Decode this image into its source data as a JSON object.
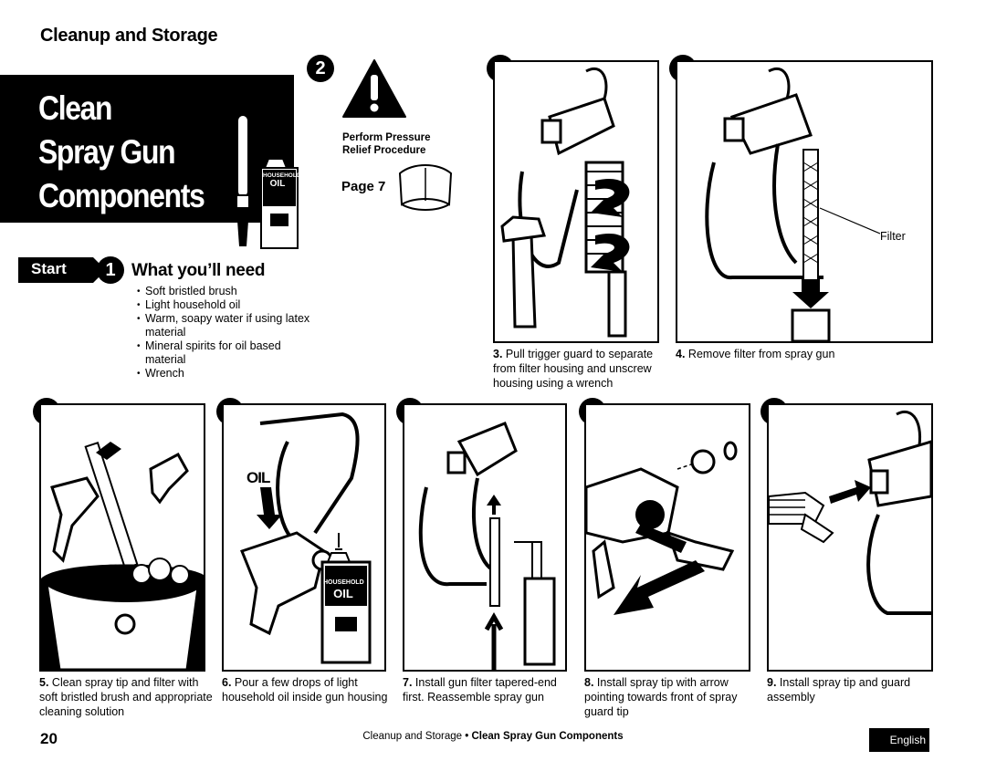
{
  "header": {
    "section_title": "Cleanup and Storage"
  },
  "title_block": {
    "line1": "Clean",
    "line2": "Spray Gun",
    "line3": "Components"
  },
  "oil_can_label": {
    "line1": "HOUSEHOLD",
    "line2": "OIL"
  },
  "step2": {
    "number": "2",
    "warning_text_line1": "Perform Pressure",
    "warning_text_line2": "Relief Procedure",
    "page_ref": "Page 7"
  },
  "start": {
    "label": "Start",
    "step_number": "1",
    "title": "What you’ll need",
    "items": [
      "Soft bristled brush",
      "Light household oil",
      "Warm, soapy water if using latex material",
      "Mineral spirits for oil based material",
      "Wrench"
    ]
  },
  "steps": [
    {
      "number": "3",
      "num_label": "3.",
      "text": "Pull trigger guard to separate from filter housing and unscrew housing using a wrench"
    },
    {
      "number": "4",
      "num_label": "4.",
      "text": "Remove filter from spray gun",
      "callout": "Filter"
    },
    {
      "number": "5",
      "num_label": "5.",
      "text": "Clean spray tip and filter with soft bristled brush and appropriate cleaning solution"
    },
    {
      "number": "6",
      "num_label": "6.",
      "text": "Pour a few drops of light household oil inside gun housing",
      "oil_word": "OIL"
    },
    {
      "number": "7",
      "num_label": "7.",
      "text": "Install gun filter tapered-end first. Reassemble spray gun"
    },
    {
      "number": "8",
      "num_label": "8.",
      "text": "Install spray tip with arrow pointing towards front of spray guard tip"
    },
    {
      "number": "9",
      "num_label": "9.",
      "text": "Install spray tip and guard assembly"
    }
  ],
  "footer": {
    "page_number": "20",
    "breadcrumb_section": "Cleanup and Storage",
    "breadcrumb_sep": "•",
    "breadcrumb_page": "Clean Spray Gun Components",
    "language": "English"
  }
}
